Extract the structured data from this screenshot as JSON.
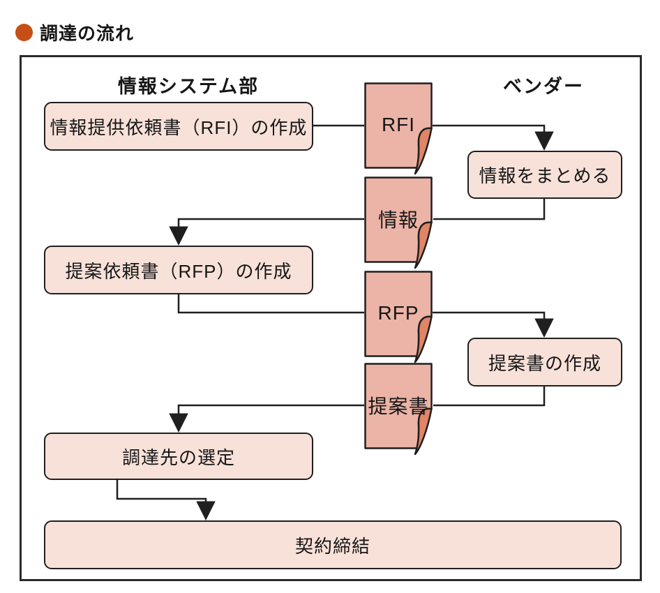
{
  "title": {
    "text": "調達の流れ",
    "bullet_color": "#C74F17"
  },
  "diagram": {
    "lanes": [
      {
        "id": "info-systems-dept",
        "label": "情報システム部"
      },
      {
        "id": "vendor",
        "label": "ベンダー"
      }
    ],
    "boxes": [
      {
        "id": "rfi-creation",
        "label": "情報提供依頼書（RFI）の作成",
        "lane": "情報システム部"
      },
      {
        "id": "summarize-info",
        "label": "情報をまとめる",
        "lane": "ベンダー"
      },
      {
        "id": "rfp-creation",
        "label": "提案依頼書（RFP）の作成",
        "lane": "情報システム部"
      },
      {
        "id": "proposal-creation",
        "label": "提案書の作成",
        "lane": "ベンダー"
      },
      {
        "id": "supplier-selection",
        "label": "調達先の選定",
        "lane": "情報システム部"
      },
      {
        "id": "contract-signing",
        "label": "契約締結",
        "lane": "情報システム部"
      }
    ],
    "documents": [
      {
        "id": "rfi-doc",
        "label": "RFI"
      },
      {
        "id": "info-doc",
        "label": "情報"
      },
      {
        "id": "rfp-doc",
        "label": "RFP"
      },
      {
        "id": "proposal-doc",
        "label": "提案書"
      }
    ],
    "edges": [
      {
        "from": "情報提供依頼書（RFI）の作成",
        "to": "RFI",
        "arrow": false
      },
      {
        "from": "RFI",
        "to": "情報をまとめる",
        "arrow": true
      },
      {
        "from": "情報をまとめる",
        "to": "情報",
        "arrow": false
      },
      {
        "from": "情報",
        "to": "提案依頼書（RFP）の作成",
        "arrow": true
      },
      {
        "from": "提案依頼書（RFP）の作成",
        "to": "RFP",
        "arrow": false
      },
      {
        "from": "RFP",
        "to": "提案書の作成",
        "arrow": true
      },
      {
        "from": "提案書の作成",
        "to": "提案書",
        "arrow": false
      },
      {
        "from": "提案書",
        "to": "調達先の選定",
        "arrow": true
      },
      {
        "from": "調達先の選定",
        "to": "契約締結",
        "arrow": true
      }
    ],
    "colors": {
      "process_fill": "#F8E1D9",
      "document_fill": "#EBB4A6",
      "document_fold": "#E08566",
      "outline": "#1f1f1f",
      "accent": "#C74F17"
    }
  }
}
